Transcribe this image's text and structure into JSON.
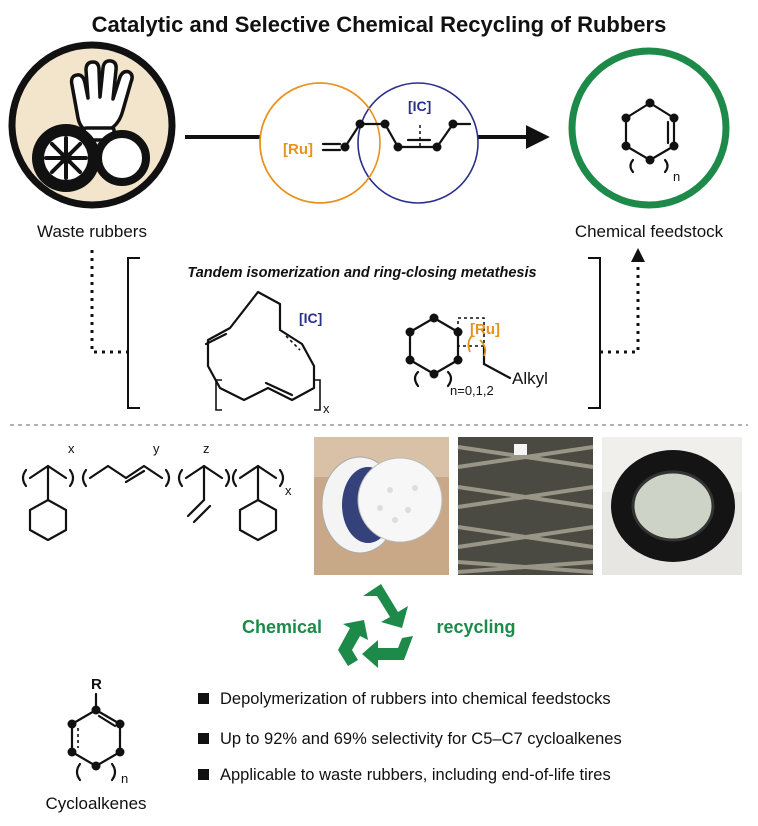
{
  "title": "Catalytic and Selective Chemical Recycling of Rubbers",
  "labels": {
    "waste": "Waste rubbers",
    "feedstock": "Chemical feedstock",
    "ru": "[Ru]",
    "ic": "[IC]",
    "n": "n",
    "tandem": "Tandem isomerization and ring-closing metathesis",
    "x": "x",
    "y": "y",
    "z": "z",
    "n_range": "n=0,1,2",
    "alkyl": "Alkyl",
    "chemical": "Chemical",
    "recycling": "recycling",
    "r": "R",
    "cycloalkenes": "Cycloalkenes"
  },
  "bullets": [
    "Depolymerization of rubbers into chemical feedstocks",
    "Up to 92% and 69% selectivity for C5–C7 cycloalkenes",
    "Applicable to waste rubbers, including end-of-life tires"
  ],
  "colors": {
    "ru_orange": "#e8921e",
    "ic_navy": "#2b2f8c",
    "green": "#1e8a4a",
    "beige": "#f3e5cc"
  },
  "icons": [
    "hand-icon",
    "tire-icon",
    "ring-icon",
    "recycle-icon"
  ]
}
